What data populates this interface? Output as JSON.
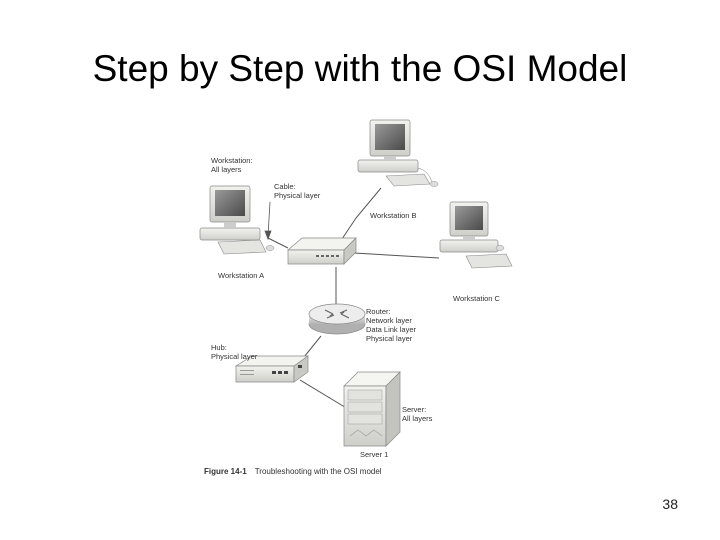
{
  "slide": {
    "title": "Step by Step with the OSI Model",
    "number": "38"
  },
  "figure": {
    "number": "Figure 14-1",
    "caption": "Troubleshooting with the OSI model"
  },
  "labels": {
    "workstation_a_note_1": "Workstation:",
    "workstation_a_note_2": "All layers",
    "cable_1": "Cable:",
    "cable_2": "Physical layer",
    "workstation_a": "Workstation A",
    "workstation_b": "Workstation B",
    "workstation_c": "Workstation C",
    "router_1": "Router:",
    "router_2": "Network layer",
    "router_3": "Data Link layer",
    "router_4": "Physical layer",
    "hub_1": "Hub:",
    "hub_2": "Physical layer",
    "server_note_1": "Server:",
    "server_note_2": "All layers",
    "server_1": "Server 1"
  }
}
